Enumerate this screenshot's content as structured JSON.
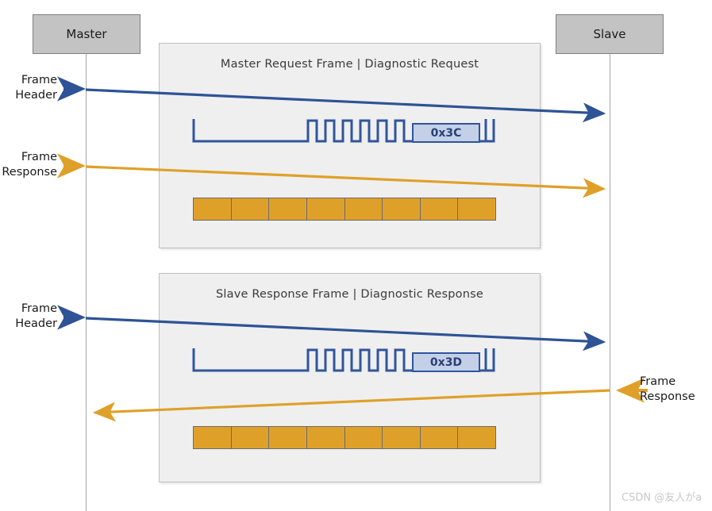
{
  "diagram": {
    "title_text": "",
    "nodes": [
      {
        "name": "master",
        "label": "Master"
      },
      {
        "name": "slave",
        "label": "Slave"
      }
    ],
    "panels": [
      {
        "name": "master-request-panel",
        "title": "Master Request Frame  |  Diagnostic Request",
        "pid_label": "0x3C",
        "byte_count": 8
      },
      {
        "name": "slave-response-panel",
        "title": "Slave Response Frame  |  Diagnostic Response",
        "pid_label": "0x3D",
        "byte_count": 8
      }
    ],
    "arrow_labels": [
      {
        "name": "frame-header-top",
        "line1": "Frame",
        "line2": "Header"
      },
      {
        "name": "frame-response-top",
        "line1": "Frame",
        "line2": "Response"
      },
      {
        "name": "frame-header-bottom",
        "line1": "Frame",
        "line2": "Header"
      },
      {
        "name": "frame-response-bottom",
        "line1": "Frame",
        "line2": "Response"
      }
    ],
    "colors": {
      "header_arrow": "#2e5396",
      "response_arrow": "#dfa02a",
      "node_fill": "#c3c3c3",
      "panel_fill": "#efefef",
      "waveform": "#30559c",
      "byte_fill": "#dfa02a"
    },
    "watermark": "CSDN @友人がa"
  }
}
